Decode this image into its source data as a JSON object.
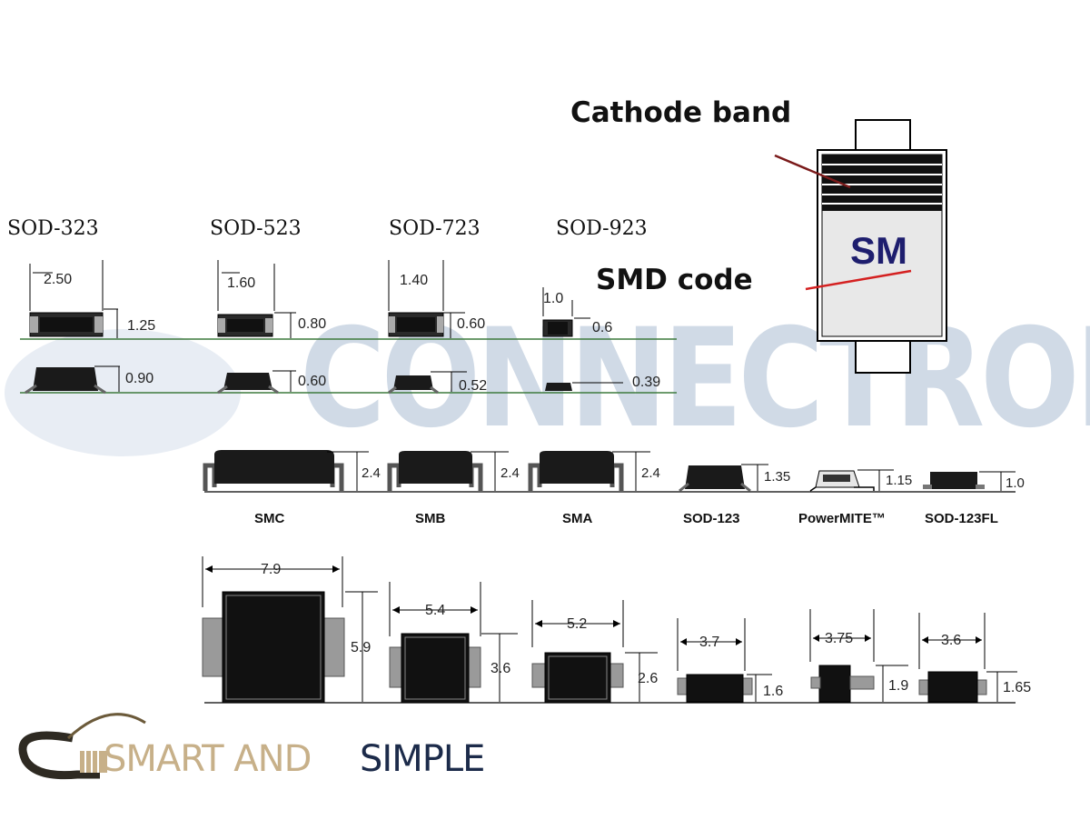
{
  "watermark": "CONNECTRONICS",
  "sod_labels": [
    "SOD-323",
    "SOD-523",
    "SOD-723",
    "SOD-923"
  ],
  "sod_widths": [
    "2.50",
    "1.60",
    "1.40",
    "1.0"
  ],
  "sod_heights_top": [
    "1.25",
    "0.80",
    "0.60",
    "0.6"
  ],
  "sod_heights_side": [
    "0.90",
    "0.60",
    "0.52",
    "0.39"
  ],
  "callouts": {
    "cathode": "Cathode band",
    "smd": "SMD code",
    "marking": "SM"
  },
  "packages": [
    "SMC",
    "SMB",
    "SMA",
    "SOD-123",
    "PowerMITE™",
    "SOD-123FL"
  ],
  "pkg_heights_side": [
    "2.4",
    "2.4",
    "2.4",
    "1.35",
    "1.15",
    "1.0"
  ],
  "pkg_widths": [
    "7.9",
    "5.4",
    "5.2",
    "3.7",
    "3.75",
    "3.6"
  ],
  "pkg_heights_top": [
    "5.9",
    "3.6",
    "2.6",
    "1.6",
    "1.9",
    "1.65"
  ],
  "logo": {
    "part1": "SMART AND",
    "part2": "SIMPLE"
  },
  "colors": {
    "guide_green": "#3d7a3d",
    "body_black": "#111111",
    "lead_gray": "#9a9a9a",
    "cathode_line": "#7a1a1a",
    "smd_line": "#d42020"
  }
}
